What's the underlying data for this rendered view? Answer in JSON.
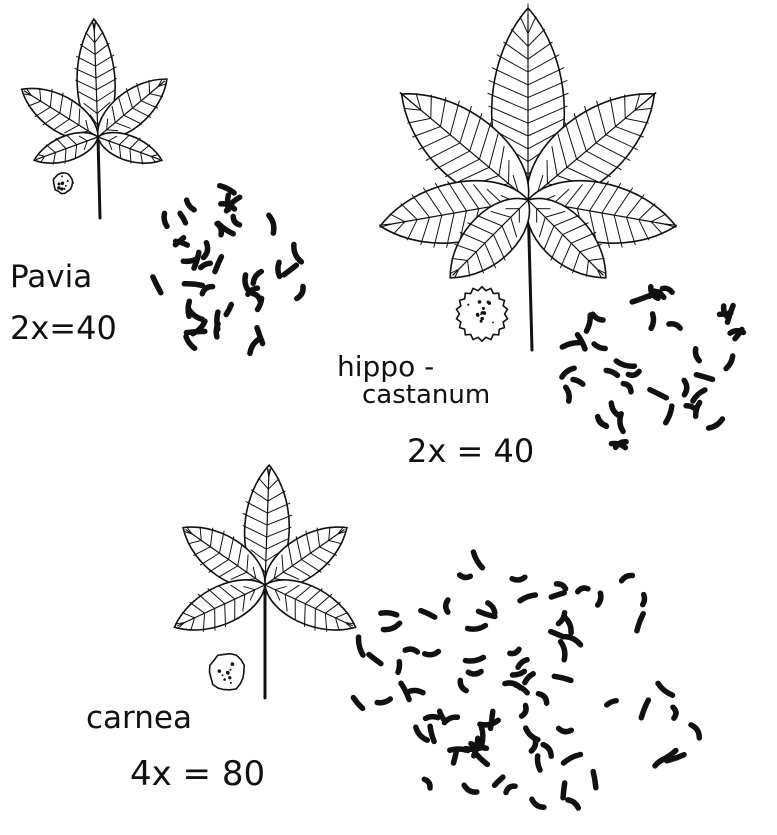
{
  "specimens": [
    {
      "id": "pavia",
      "name": "Pavia",
      "count": "2x=40"
    },
    {
      "id": "hippocastanum",
      "name_line1": "hippo -",
      "name_line2": "castanum",
      "count": "2x = 40"
    },
    {
      "id": "carnea",
      "name": "carnea",
      "count": "4x = 80"
    }
  ],
  "colors": {
    "ink": "#111111",
    "paper": "#ffffff"
  }
}
